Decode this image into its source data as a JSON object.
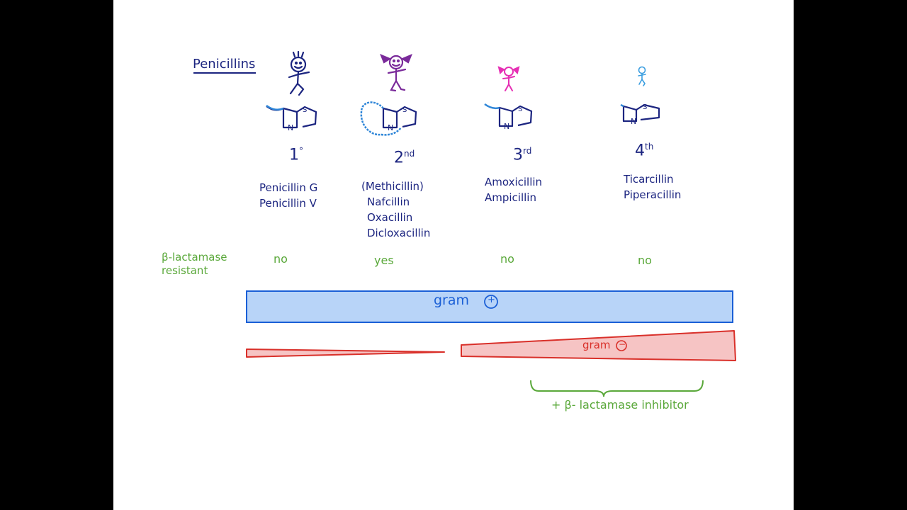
{
  "title": "Penicillins",
  "row_label": {
    "line1": "β-lactamase",
    "line2": "resistant"
  },
  "generations": [
    {
      "ordinal": "1",
      "suffix": "°",
      "drugs": [
        "Penicillin G",
        "Penicillin V"
      ],
      "resistant": "no",
      "figure_color": "#1c2580"
    },
    {
      "ordinal": "2",
      "suffix": "nd",
      "drugs": [
        "(Methicillin)",
        "Nafcillin",
        "Oxacillin",
        "Dicloxacillin"
      ],
      "resistant": "yes",
      "figure_color": "#7a2a9a"
    },
    {
      "ordinal": "3",
      "suffix": "rd",
      "drugs": [
        "Amoxicillin",
        "Ampicillin"
      ],
      "resistant": "no",
      "figure_color": "#e62fb4"
    },
    {
      "ordinal": "4",
      "suffix": "th",
      "drugs": [
        "Ticarcillin",
        "Piperacillin"
      ],
      "resistant": "no",
      "figure_color": "#3b9ee0"
    }
  ],
  "gram_positive": {
    "label": "gram",
    "sign": "+"
  },
  "gram_negative": {
    "label": "gram",
    "sign": "−"
  },
  "inhibitor_note": "+ β- lactamase inhibitor",
  "colors": {
    "navy_ink": "#1c2580",
    "green_ink": "#5aa83a",
    "gram_positive_fill": "#b8d4f8",
    "gram_positive_stroke": "#1a5fd6",
    "gram_negative_fill": "#f6c4c4",
    "gram_negative_stroke": "#d9302a",
    "side_chain": "#2f86d8"
  }
}
